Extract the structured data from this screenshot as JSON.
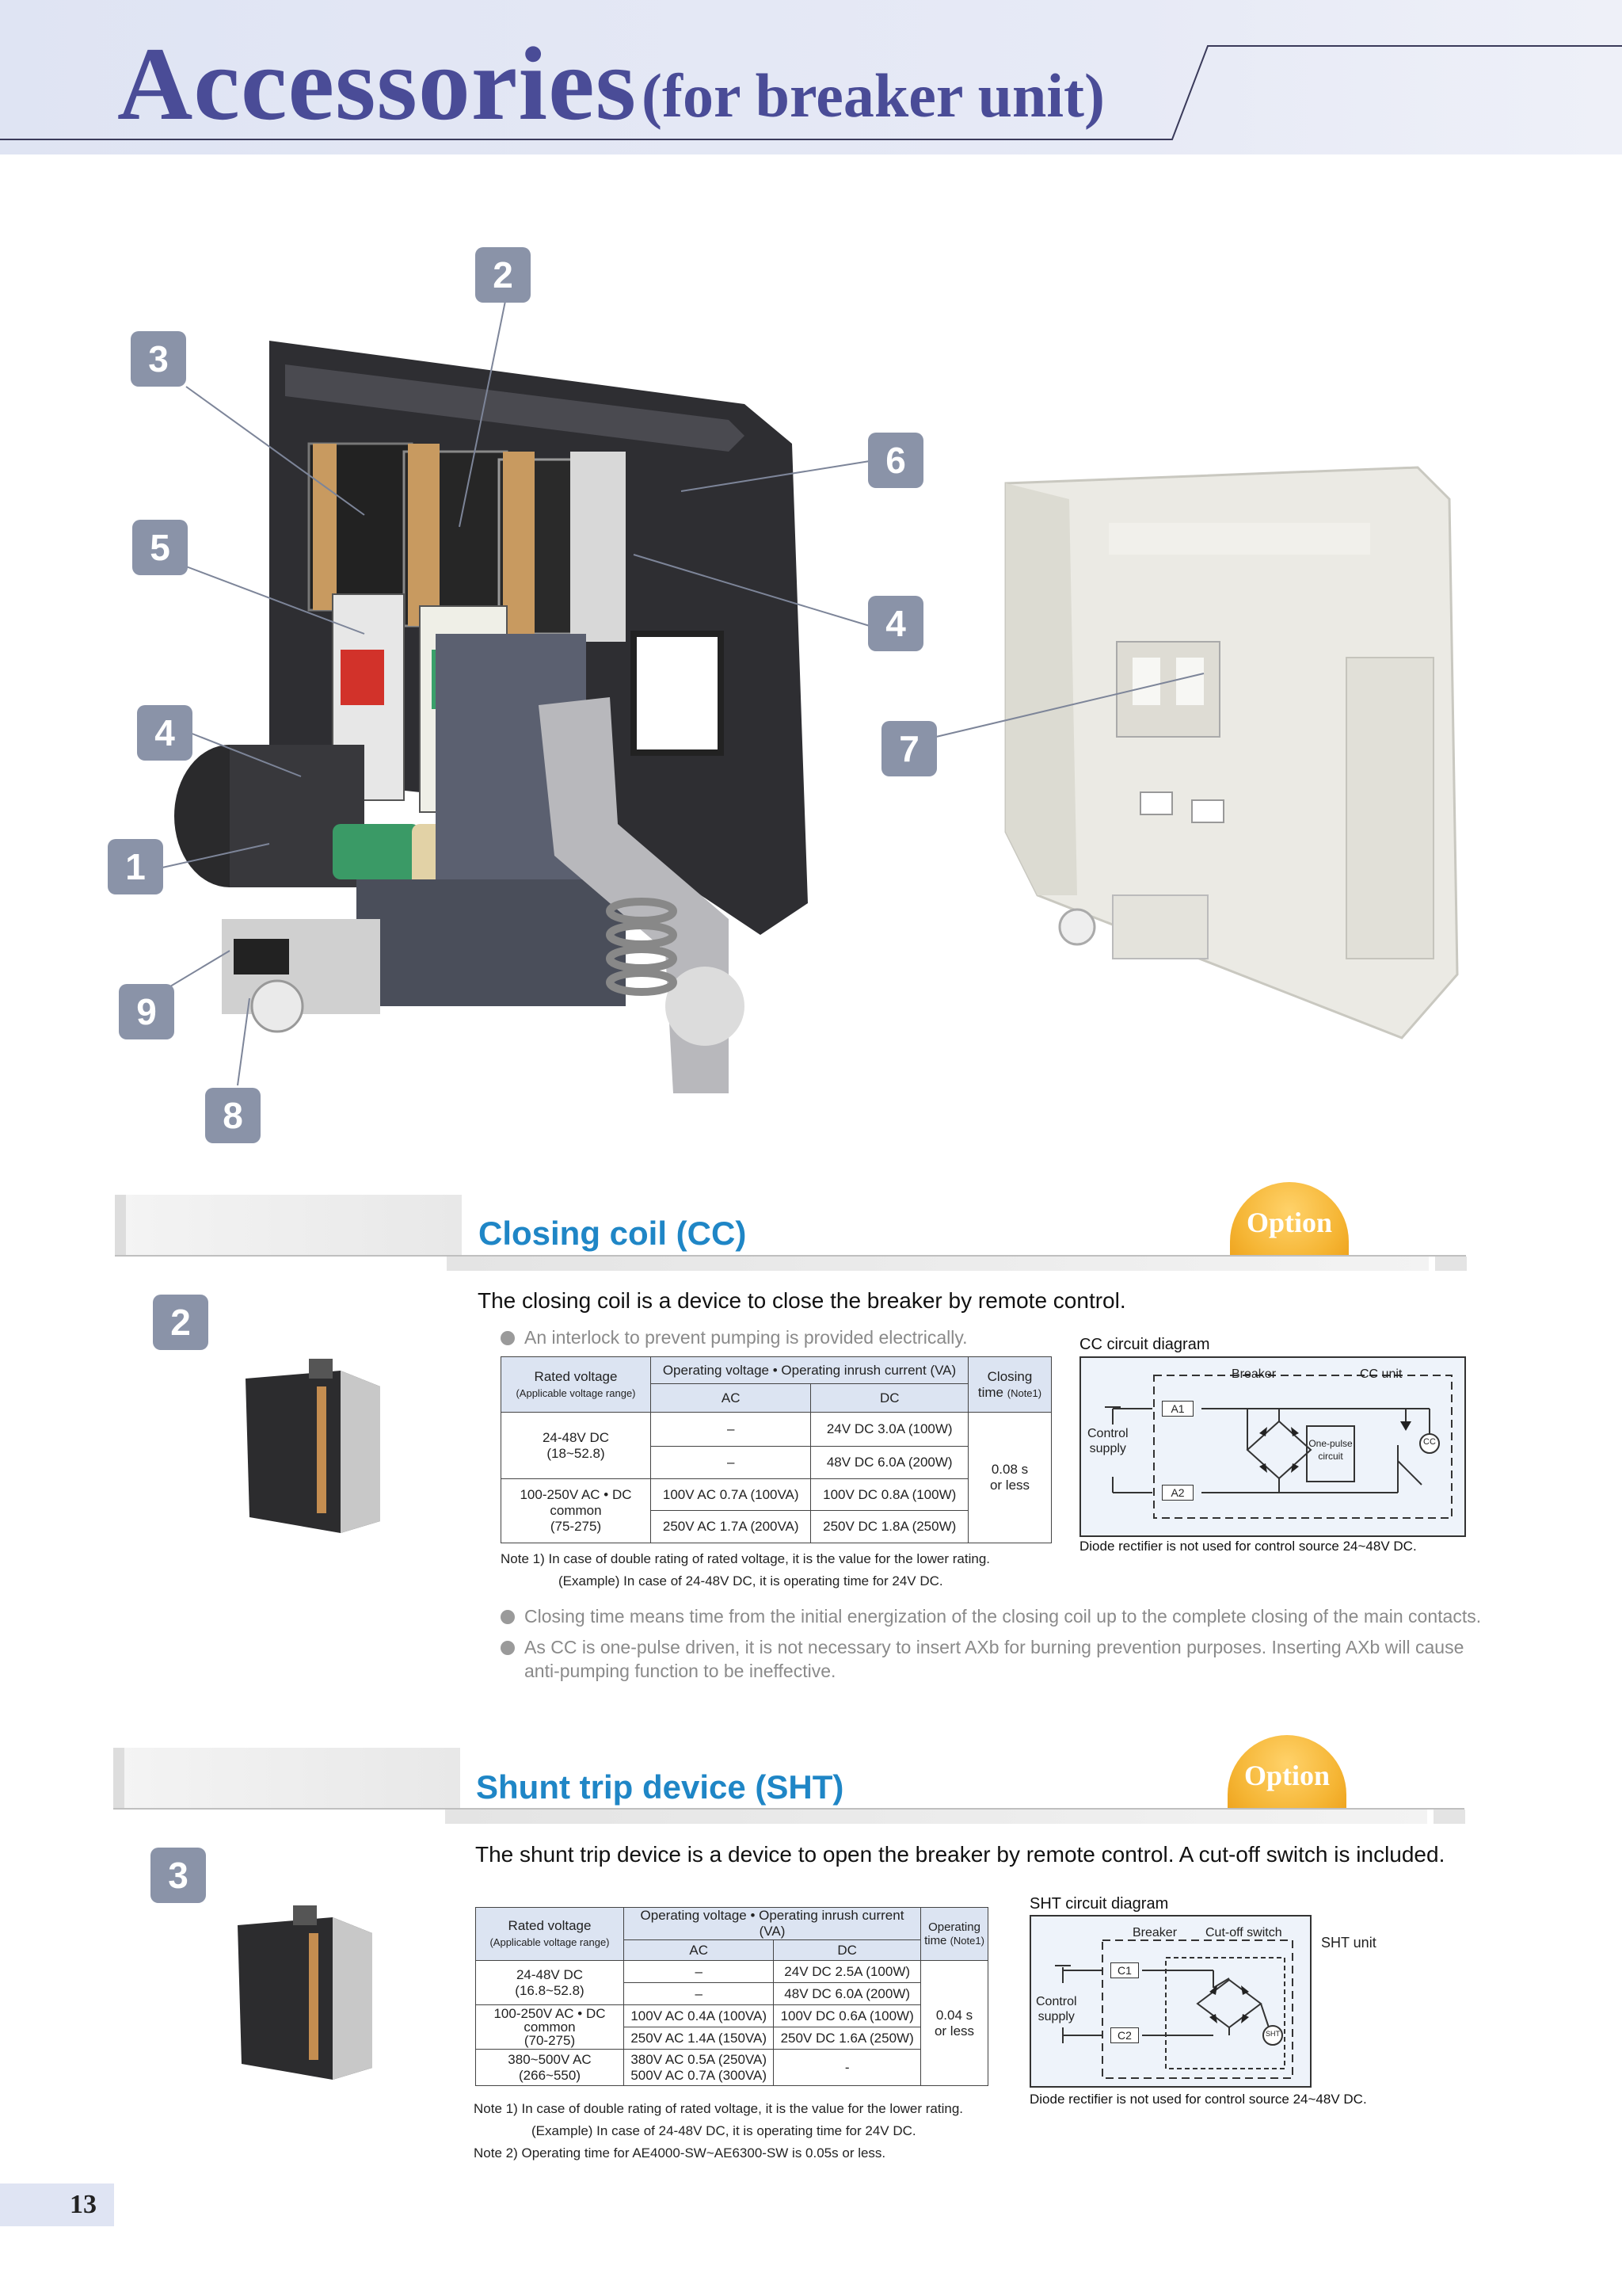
{
  "header": {
    "title": "Accessories",
    "subtitle": "(for breaker unit)"
  },
  "callouts": [
    "1",
    "2",
    "3",
    "4",
    "4",
    "5",
    "6",
    "7",
    "8",
    "9"
  ],
  "sections": {
    "cc": {
      "number": "2",
      "title": "Closing coil (CC)",
      "option": "Option",
      "intro": "The closing coil is a device to close the breaker by remote control.",
      "bullet1": "An interlock to prevent pumping is provided electrically.",
      "table": {
        "h_rated": "Rated voltage",
        "h_rated_sub": "(Applicable voltage range)",
        "h_op": "Operating voltage • Operating inrush current (VA)",
        "h_ac": "AC",
        "h_dc": "DC",
        "h_time": "Closing",
        "h_time2": "time",
        "h_time_note": "(Note1)",
        "r1_rated": "24-48V DC",
        "r1_range": "(18~52.8)",
        "r1_ac1": "–",
        "r1_dc1": "24V DC 3.0A (100W)",
        "r1_ac2": "–",
        "r1_dc2": "48V DC 6.0A (200W)",
        "r2_rated": "100-250V AC • DC",
        "r2_common": "common",
        "r2_range": "(75-275)",
        "r2_ac1": "100V AC 0.7A (100VA)",
        "r2_dc1": "100V DC 0.8A (100W)",
        "r2_ac2": "250V AC 1.7A (200VA)",
        "r2_dc2": "250V DC 1.8A (250W)",
        "time": "0.08 s",
        "time2": "or less"
      },
      "note1": "Note 1)    In case of double rating of rated voltage, it is the value for the lower rating.",
      "note1b": "(Example)  In case of 24-48V DC, it is operating time for 24V DC.",
      "bullet2": "Closing time means time from the initial energization of the closing coil up to the complete closing of the main contacts.",
      "bullet3a": "As CC is one-pulse driven, it is not necessary to insert AXb for burning prevention purposes. Inserting AXb will cause",
      "bullet3b": "anti-pumping function to be ineffective.",
      "diagram": {
        "title": "CC circuit diagram",
        "breaker": "Breaker",
        "unit": "CC unit",
        "control": "Control",
        "supply": "supply",
        "a1": "A1",
        "a2": "A2",
        "pulse1": "One-pulse",
        "pulse2": "circuit",
        "cc": "CC",
        "note": "Diode rectifier is not used for control source 24~48V DC."
      }
    },
    "sht": {
      "number": "3",
      "title": "Shunt trip device (SHT)",
      "option": "Option",
      "intro": "The shunt trip device is a device to open the breaker by remote control. A cut-off switch is included.",
      "table": {
        "h_rated": "Rated voltage",
        "h_rated_sub": "(Applicable voltage range)",
        "h_op": "Operating voltage • Operating inrush current (VA)",
        "h_ac": "AC",
        "h_dc": "DC",
        "h_time": "Operating",
        "h_time2": "time",
        "h_time_note": "(Note1)",
        "r1_rated": "24-48V DC",
        "r1_range": "(16.8~52.8)",
        "r1_ac1": "–",
        "r1_dc1": "24V DC 2.5A (100W)",
        "r1_ac2": "–",
        "r1_dc2": "48V DC 6.0A (200W)",
        "r2_rated": "100-250V AC • DC",
        "r2_common": "common",
        "r2_range": "(70-275)",
        "r2_ac1": "100V AC 0.4A (100VA)",
        "r2_dc1": "100V DC 0.6A (100W)",
        "r2_ac2": "250V AC 1.4A (150VA)",
        "r2_dc2": "250V DC 1.6A (250W)",
        "r3_rated": "380~500V AC",
        "r3_range": "(266~550)",
        "r3_ac1": "380V AC 0.5A (250VA)",
        "r3_ac2": "500V AC 0.7A (300VA)",
        "r3_dc": "-",
        "time": "0.04 s",
        "time2": "or less"
      },
      "note1": "Note 1)    In case of double rating of rated voltage, it is the value for the lower rating.",
      "note1b": "(Example)  In case of 24-48V DC, it is operating time for 24V DC.",
      "note2": "Note 2)    Operating time for AE4000-SW~AE6300-SW is 0.05s or less.",
      "diagram": {
        "title": "SHT circuit diagram",
        "breaker": "Breaker",
        "cutoff": "Cut-off switch",
        "unit": "SHT unit",
        "control": "Control",
        "supply": "supply",
        "c1": "C1",
        "c2": "C2",
        "sht": "SHT",
        "note": "Diode rectifier is not used for control source 24~48V DC."
      }
    }
  },
  "page_number": "13"
}
